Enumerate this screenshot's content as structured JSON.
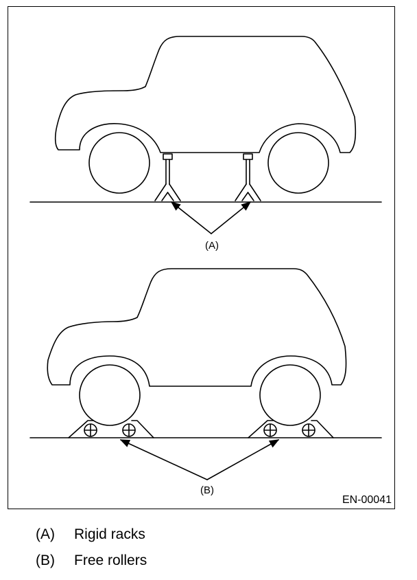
{
  "figure": {
    "figure_id": "EN-00041",
    "callout_a": "(A)",
    "callout_b": "(B)"
  },
  "legend": [
    {
      "key": "(A)",
      "label": "Rigid racks"
    },
    {
      "key": "(B)",
      "label": "Free rollers"
    }
  ]
}
